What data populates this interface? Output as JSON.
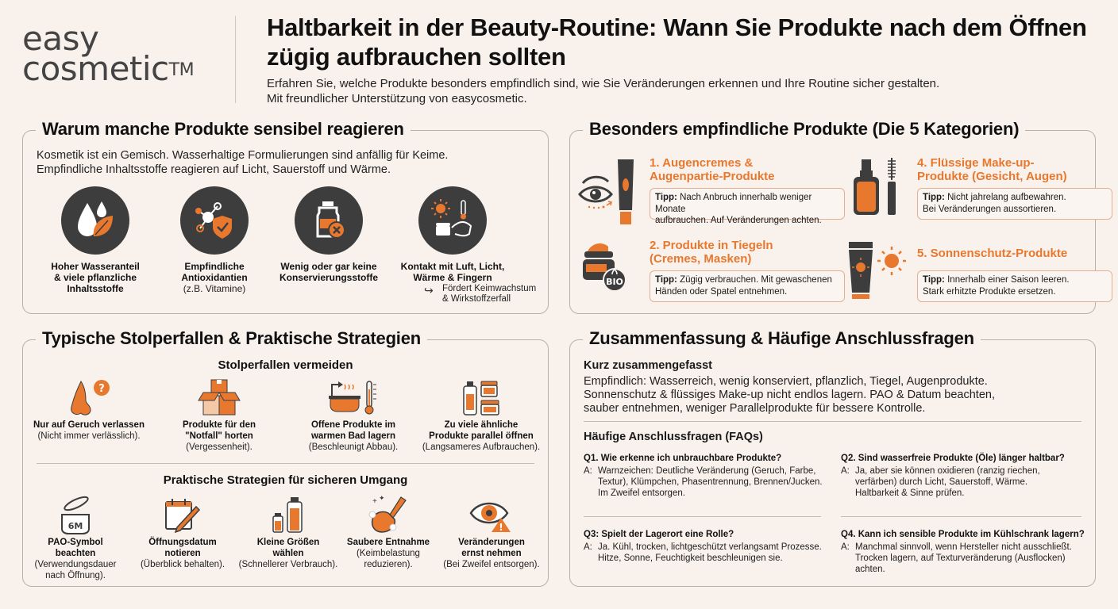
{
  "header": {
    "logo_line1": "easy",
    "logo_line2": "cosmetic",
    "logo_tm": "TM",
    "title": "Haltbarkeit in der Beauty-Routine: Wann Sie Produkte nach dem Öffnen zügig aufbrauchen sollten",
    "subtitle_line1": "Erfahren Sie, welche Produkte besonders empfindlich sind, wie Sie Veränderungen erkennen und Ihre Routine sicher gestalten.",
    "subtitle_line2": "Mit freundlicher Unterstützung von easycosmetic."
  },
  "colors": {
    "background": "#f8f1ec",
    "accent": "#e8782e",
    "dark_icon": "#3d3d3d",
    "border": "#b8b0aa"
  },
  "why": {
    "title": "Warum manche Produkte sensibel reagieren",
    "intro_line1": "Kosmetik ist ein Gemisch. Wasserhaltige Formulierungen sind anfällig für Keime.",
    "intro_line2": "Empfindliche Inhaltsstoffe reagieren auf Licht, Sauerstoff und Wärme.",
    "items": [
      {
        "icon": "water-leaf-icon",
        "line1": "Hoher Wasseranteil",
        "line2": "& viele pflanzliche",
        "line3": "Inhaltsstoffe"
      },
      {
        "icon": "antioxidant-shield-icon",
        "line1": "Empfindliche",
        "line2": "Antioxidantien",
        "line3": "(z.B. Vitamine)"
      },
      {
        "icon": "bottle-no-preservative-icon",
        "line1": "Wenig oder gar keine",
        "line2": "Konservierungsstoffe",
        "line3": ""
      },
      {
        "icon": "sun-heat-hand-icon",
        "line1": "Kontakt mit Luft, Licht,",
        "line2": "Wärme & Fingern",
        "line3": ""
      }
    ],
    "note_line1": "Fördert Keimwachstum",
    "note_line2": "& Wirkstoffzerfall"
  },
  "products": {
    "title": "Besonders empfindliche Produkte (Die 5 Kategorien)",
    "tip_label": "Tipp:",
    "items": [
      {
        "icon": "eye-cream-tube-icon",
        "title_line1": "1. Augencremes &",
        "title_line2": "Augenpartie-Produkte",
        "tip_line1": "Nach Anbruch innerhalb weniger Monate",
        "tip_line2": "aufbrauchen. Auf Veränderungen achten."
      },
      {
        "icon": "cream-jar-bio-icon",
        "title_line1": "2. Produkte in Tiegeln",
        "title_line2": "(Cremes, Masken)",
        "tip_line1": "Zügig verbrauchen. Mit gewaschenen",
        "tip_line2": "Händen oder Spatel entnehmen."
      },
      {
        "icon": "foundation-mascara-icon",
        "title_line1": "4. Flüssige Make-up-",
        "title_line2": "Produkte (Gesicht, Augen)",
        "tip_line1": "Nicht jahrelang aufbewahren.",
        "tip_line2": "Bei Veränderungen aussortieren."
      },
      {
        "icon": "sunscreen-tube-icon",
        "title_line1": "5. Sonnenschutz-Produkte",
        "title_line2": "",
        "tip_line1": "Innerhalb einer Saison leeren.",
        "tip_line2": "Stark erhitzte Produkte ersetzen."
      }
    ]
  },
  "pitfalls": {
    "title": "Typische Stolperfallen & Praktische Strategien",
    "avoid_heading": "Stolperfallen vermeiden",
    "avoid": [
      {
        "icon": "nose-question-icon",
        "line1": "Nur auf Geruch verlassen",
        "line2": "",
        "sub": "(Nicht immer verlässlich)."
      },
      {
        "icon": "boxes-icon",
        "line1": "Produkte für den",
        "line2": "\"Notfall\" horten",
        "sub": "(Vergessenheit)."
      },
      {
        "icon": "bathtub-thermometer-icon",
        "line1": "Offene Produkte im",
        "line2": "warmen Bad lagern",
        "sub": "(Beschleunigt Abbau)."
      },
      {
        "icon": "many-products-icon",
        "line1": "Zu viele ähnliche",
        "line2": "Produkte parallel öffnen",
        "sub": "(Langsameres Aufbrauchen)."
      }
    ],
    "strategies_heading": "Praktische Strategien für sicheren Umgang",
    "strategies": [
      {
        "icon": "pao-jar-icon",
        "icon_text": "6M",
        "line1": "PAO-Symbol beachten",
        "line2": "",
        "sub1": "(Verwendungsdauer",
        "sub2": "nach Öffnung)."
      },
      {
        "icon": "calendar-pen-icon",
        "line1": "Öffnungsdatum",
        "line2": "notieren",
        "sub1": "(Überblick behalten).",
        "sub2": ""
      },
      {
        "icon": "small-bottles-icon",
        "line1": "Kleine Größen",
        "line2": "wählen",
        "sub1": "(Schnellerer Verbrauch).",
        "sub2": ""
      },
      {
        "icon": "clean-hands-spatula-icon",
        "line1": "Saubere Entnahme",
        "line2": "",
        "sub1": "(Keimbelastung",
        "sub2": "reduzieren)."
      },
      {
        "icon": "eye-warning-icon",
        "line1": "Veränderungen",
        "line2": "ernst nehmen",
        "sub1": "(Bei Zweifel entsorgen).",
        "sub2": ""
      }
    ]
  },
  "faq": {
    "title": "Zusammenfassung & Häufige Anschlussfragen",
    "summary_heading": "Kurz zusammengefasst",
    "summary_line1": "Empfindlich: Wasserreich, wenig konserviert, pflanzlich, Tiegel, Augenprodukte.",
    "summary_line2": "Sonnenschutz & flüssiges Make-up nicht endlos lagern. PAO & Datum beachten,",
    "summary_line3": "sauber entnehmen, weniger Parallelprodukte für bessere Kontrolle.",
    "faq_heading": "Häufige Anschlussfragen (FAQs)",
    "answer_label": "A:",
    "items": [
      {
        "q": "Q1. Wie erkenne ich unbrauchbare Produkte?",
        "a1": "Warnzeichen: Deutliche Veränderung (Geruch, Farbe,",
        "a2": "Textur), Klümpchen, Phasentrennung, Brennen/Jucken.",
        "a3": "Im Zweifel entsorgen."
      },
      {
        "q": "Q2. Sind wasserfreie Produkte (Öle) länger haltbar?",
        "a1": "Ja, aber sie können oxidieren (ranzig riechen,",
        "a2": "verfärben) durch Licht, Sauerstoff, Wärme.",
        "a3": "Haltbarkeit & Sinne prüfen."
      },
      {
        "q": "Q3: Spielt der Lagerort eine Rolle?",
        "a1": "Ja. Kühl, trocken, lichtgeschützt verlangsamt Prozesse.",
        "a2": "Hitze, Sonne, Feuchtigkeit beschleunigen sie.",
        "a3": ""
      },
      {
        "q": "Q4. Kann ich sensible Produkte im Kühlschrank lagern?",
        "a1": "Manchmal sinnvoll, wenn Hersteller nicht ausschließt.",
        "a2": "Trocken lagern, auf Texturveränderung (Ausflocken)",
        "a3": "achten."
      }
    ]
  }
}
